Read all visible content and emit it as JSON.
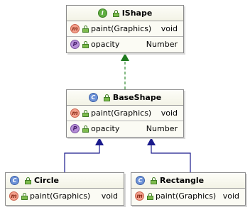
{
  "nodes": {
    "ishape": {
      "kind_badge": "I",
      "title": "IShape",
      "methods": [
        {
          "badge": "m",
          "name": "paint(Graphics)",
          "type": "void"
        }
      ],
      "properties": [
        {
          "badge": "P",
          "name": "opacity",
          "type": "Number"
        }
      ]
    },
    "baseshape": {
      "kind_badge": "C",
      "title": "BaseShape",
      "methods": [
        {
          "badge": "m",
          "name": "paint(Graphics)",
          "type": "void"
        }
      ],
      "properties": [
        {
          "badge": "P",
          "name": "opacity",
          "type": "Number"
        }
      ]
    },
    "circle": {
      "kind_badge": "C",
      "title": "Circle",
      "methods": [
        {
          "badge": "m",
          "name": "paint(Graphics)",
          "type": "void"
        }
      ]
    },
    "rectangle": {
      "kind_badge": "C",
      "title": "Rectangle",
      "methods": [
        {
          "badge": "m",
          "name": "paint(Graphics)",
          "type": "void"
        }
      ]
    }
  },
  "edges": [
    {
      "from": "baseshape",
      "to": "ishape",
      "kind": "realization",
      "color": "#2e8b2e"
    },
    {
      "from": "circle",
      "to": "baseshape",
      "kind": "generalization",
      "color": "#1a1a8c"
    },
    {
      "from": "rectangle",
      "to": "baseshape",
      "kind": "generalization",
      "color": "#1a1a8c"
    }
  ]
}
